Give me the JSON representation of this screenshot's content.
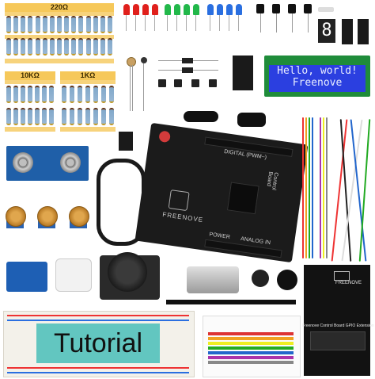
{
  "resistor_labels": {
    "top": "220Ω",
    "left": "10KΩ",
    "right": "1KΩ"
  },
  "lcd": {
    "line1": "Hello, world!",
    "line2": "Freenove"
  },
  "board": {
    "brand": "FREENOVE",
    "side_label": "Control Board",
    "digital_label": "DIGITAL (PWM~)",
    "power_label": "POWER",
    "analog_label": "ANALOG IN"
  },
  "segment_display": {
    "digit": "8"
  },
  "breadboard": {
    "title": "Tutorial"
  },
  "gpio_extension": {
    "title": "Freenove Control Board GPIO Extension",
    "brand": "FREENOVE"
  },
  "colors": {
    "led_red": "#e0201c",
    "led_green": "#22b84a",
    "led_blue": "#2a6fe0",
    "tape": "#f7d37c",
    "tutorial_bg": "#62c6c0",
    "lcd_screen": "#2b3fe0"
  }
}
